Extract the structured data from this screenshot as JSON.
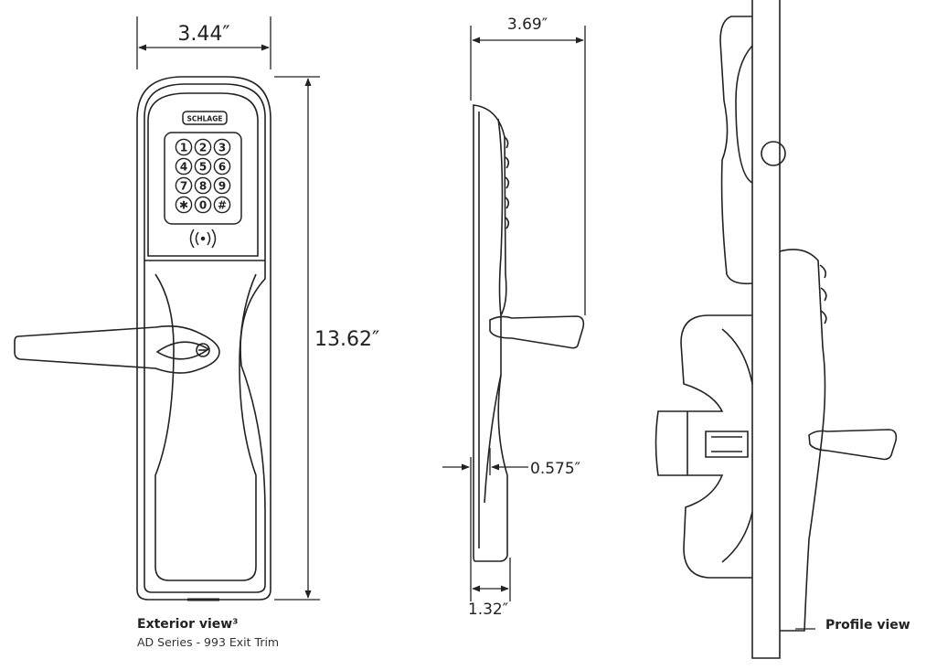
{
  "brand": "SCHLAGE",
  "dimensions": {
    "exterior_width": "3.44″",
    "exterior_height": "13.62″",
    "side_depth": "3.69″",
    "side_thickness": "0.575″",
    "side_base": "1.32″"
  },
  "keypad": {
    "keys": [
      "1",
      "2",
      "3",
      "4",
      "5",
      "6",
      "7",
      "8",
      "9",
      "✱",
      "0",
      "#"
    ]
  },
  "captions": {
    "exterior_title": "Exterior view³",
    "exterior_subtitle": "AD Series - 993 Exit Trim",
    "profile_title": "Profile view"
  },
  "colors": {
    "line": "#222222",
    "background": "#ffffff"
  }
}
